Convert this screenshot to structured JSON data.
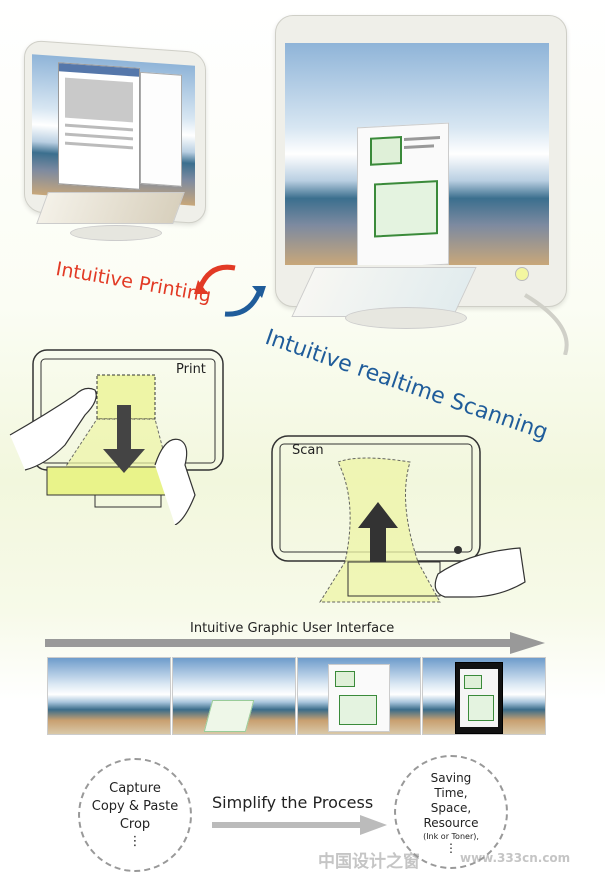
{
  "labels": {
    "intuitive_printing": "Intuitive Printing",
    "intuitive_scanning": "Intuitive realtime Scanning",
    "print": "Print",
    "scan": "Scan",
    "gui": "Intuitive Graphic User Interface",
    "simplify": "Simplify the Process"
  },
  "left_circle": {
    "items": [
      "Capture",
      "Copy & Paste",
      "Crop"
    ],
    "dots": "⋮"
  },
  "right_circle": {
    "items": [
      "Saving",
      "Time,",
      "Space,",
      "Resource"
    ],
    "note": "(Ink or Toner),",
    "dots": "⋮"
  },
  "watermark": {
    "cn": "中国设计之窗",
    "url": "www.333cn.com"
  },
  "colors": {
    "red": "#e23a25",
    "blue": "#1f5c9a",
    "highlight": "#eef5a6"
  }
}
